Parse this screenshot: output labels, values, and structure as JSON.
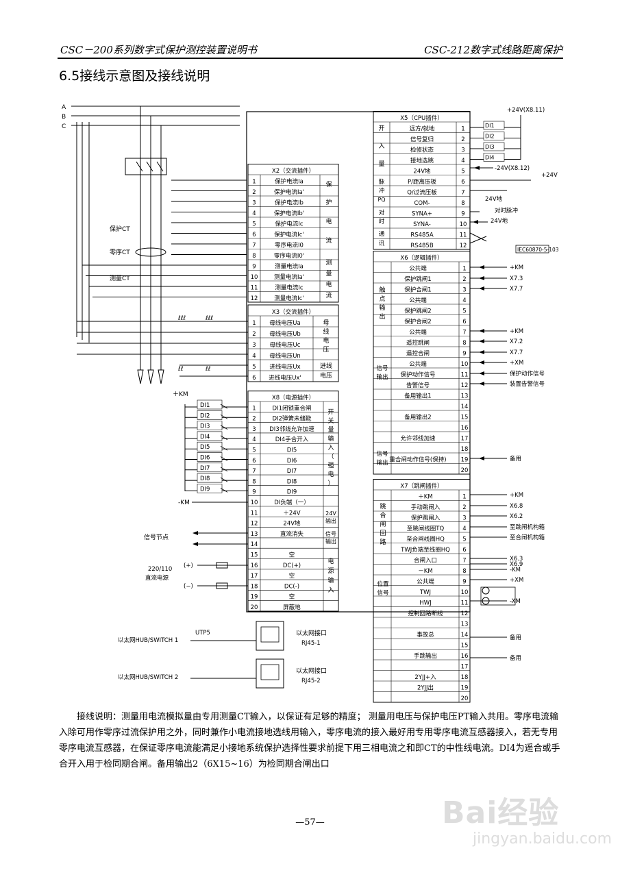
{
  "header": {
    "left": "CSC－200系列数字式保护测控装置说明书",
    "right": "CSC-212数字式线路距离保护"
  },
  "section_title": "6.5接线示意图及接线说明",
  "phases": [
    "A",
    "B",
    "C"
  ],
  "ct_labels": [
    "保护CT",
    "零序CT",
    "测量CT"
  ],
  "x2": {
    "title": "X2（交流插件）",
    "rows": [
      "保护电流Ia",
      "保护电流Ia'",
      "保护电流Ib",
      "保护电流Ib'",
      "保护电流Ic",
      "保护电流Ic'",
      "零序电流I0",
      "零序电流I0'",
      "测量电流Ia",
      "测量电流Ia'",
      "测量电流Ic",
      "测量电流Ic'"
    ],
    "side": [
      "保护电流",
      "测量电流"
    ]
  },
  "x3": {
    "title": "X3（交流插件）",
    "rows": [
      "母线电压Ua",
      "母线电压Ub",
      "母线电压Uc",
      "母线电压Un",
      "进线电压Ux",
      "进线电压Ux'"
    ],
    "side": [
      "母线电压",
      "进线电压"
    ]
  },
  "x8": {
    "title": "X8（电源插件）",
    "rows": [
      "DI1闭锁重合闸",
      "DI2弹簧未储能",
      "DI3邻线允许加速",
      "DI4手合开入",
      "DI5",
      "DI6",
      "DI7",
      "DI8",
      "DI9",
      "DI负端（一）",
      "＋24V",
      "24V地",
      "直流消失",
      "",
      "空",
      "DC(+)",
      "空",
      "DC(-)",
      "空",
      "屏蔽地"
    ],
    "side": [
      "开关量输入（强电）",
      "24V输出",
      "信号输出",
      "电源输入"
    ]
  },
  "x5": {
    "title": "X5（CPU插件）",
    "rows": [
      "远方/就地",
      "信号复归",
      "检修状态",
      "接地选跳",
      "24V地",
      "P/距离压板",
      "Q/过流压板",
      "COM-",
      "SYNA+",
      "SYNA-",
      "RS485A",
      "RS485B"
    ],
    "side": [
      "开入量",
      "脉冲PQ",
      "对时",
      "通讯"
    ]
  },
  "x6": {
    "title": "X6（逻辑插件）",
    "rows": [
      "公共端",
      "保护跳闸1",
      "保护合闸1",
      "公共端",
      "保护跳闸2",
      "保护合闸2",
      "公共端",
      "遥控跳闸",
      "遥控合闸",
      "公共端",
      "保护动作信号",
      "告警信号",
      "备用输出1",
      "",
      "备用输出2",
      "",
      "允许邻线加速",
      "",
      "重合闸动作信号(保持)",
      ""
    ],
    "side": [
      "触点输出",
      "信号输出",
      "信号输出"
    ]
  },
  "x7": {
    "title": "X7（跳闸插件）",
    "rows": [
      "＋KM",
      "手动跳闸入",
      "保护跳闸入",
      "至跳闸线圈TQ",
      "至合闸线圈HQ",
      "TWJ负端至线圈HQ",
      "合闸入口",
      "－KM",
      "公共端",
      "TWJ",
      "HWJ",
      "控制回路断线",
      "",
      "事故总",
      "",
      "手跳输出",
      "",
      "2YJJ+入",
      "2YJJ出",
      ""
    ],
    "side": [
      "跳合闸回路",
      "位置信号"
    ]
  },
  "di_labels": [
    "DI1",
    "DI2",
    "DI3",
    "DI4",
    "DI5",
    "DI6",
    "DI7",
    "DI8",
    "DI9"
  ],
  "left_labels": {
    "km_plus": "＋KM",
    "km_minus": "-KM",
    "signal_node": "信号节点",
    "dc_supply": "220/110\n直流电源",
    "plus": "(+)",
    "minus": "(−)",
    "utp5": "UTP5",
    "eth1": "以太网HUB/SWITCH 1",
    "eth2": "以太网HUB/SWITCH 2"
  },
  "rj45": [
    {
      "name": "以太网接口",
      "port": "RJ45-1"
    },
    {
      "name": "以太网接口",
      "port": "RJ45-2"
    }
  ],
  "right_labels": {
    "x5": [
      "+24V(X8.11)",
      "-24V(X8.12)",
      "+24V",
      "24V地",
      "对时脉冲",
      "24V地",
      "IEC60870-5-103"
    ],
    "x5_di": [
      "DI1",
      "DI2",
      "DI3",
      "DI4"
    ],
    "x6": [
      "+KM",
      "X7.3",
      "X7.7",
      "+KM",
      "X7.2",
      "X7.7",
      "+XM",
      "保护动作信号",
      "装置告警信号",
      "备用"
    ],
    "x7": [
      "+KM",
      "X6.8",
      "X6.2",
      "至跳闸机构箱",
      "至合闸机构箱",
      "X6.3",
      "X6.9",
      "-KM",
      "+XM",
      "-XM",
      "备用",
      "备用"
    ]
  },
  "explanation": {
    "lead": "接线说明：",
    "body": "测量用电流模拟量由专用测量CT输入，以保证有足够的精度； 测量用电压与保护电压PT输入共用。零序电流输入除可用作零序过流保护用之外，同时兼作小电流接地选线用输入，零序电流的接入最好用专用零序电流互感器接入，若无专用零序电流互感器，在保证零序电流能满足小接地系统保护选择性要求前提下用三相电流之和即CT的中性线电流。DI4为遥合或手合开入用于检同期合闸。备用输出2（6X15~16）为检同期合闸出口"
  },
  "page_number": "—57—",
  "watermark": {
    "text": "Bai经验",
    "url": "jingyan.baidu.com"
  }
}
